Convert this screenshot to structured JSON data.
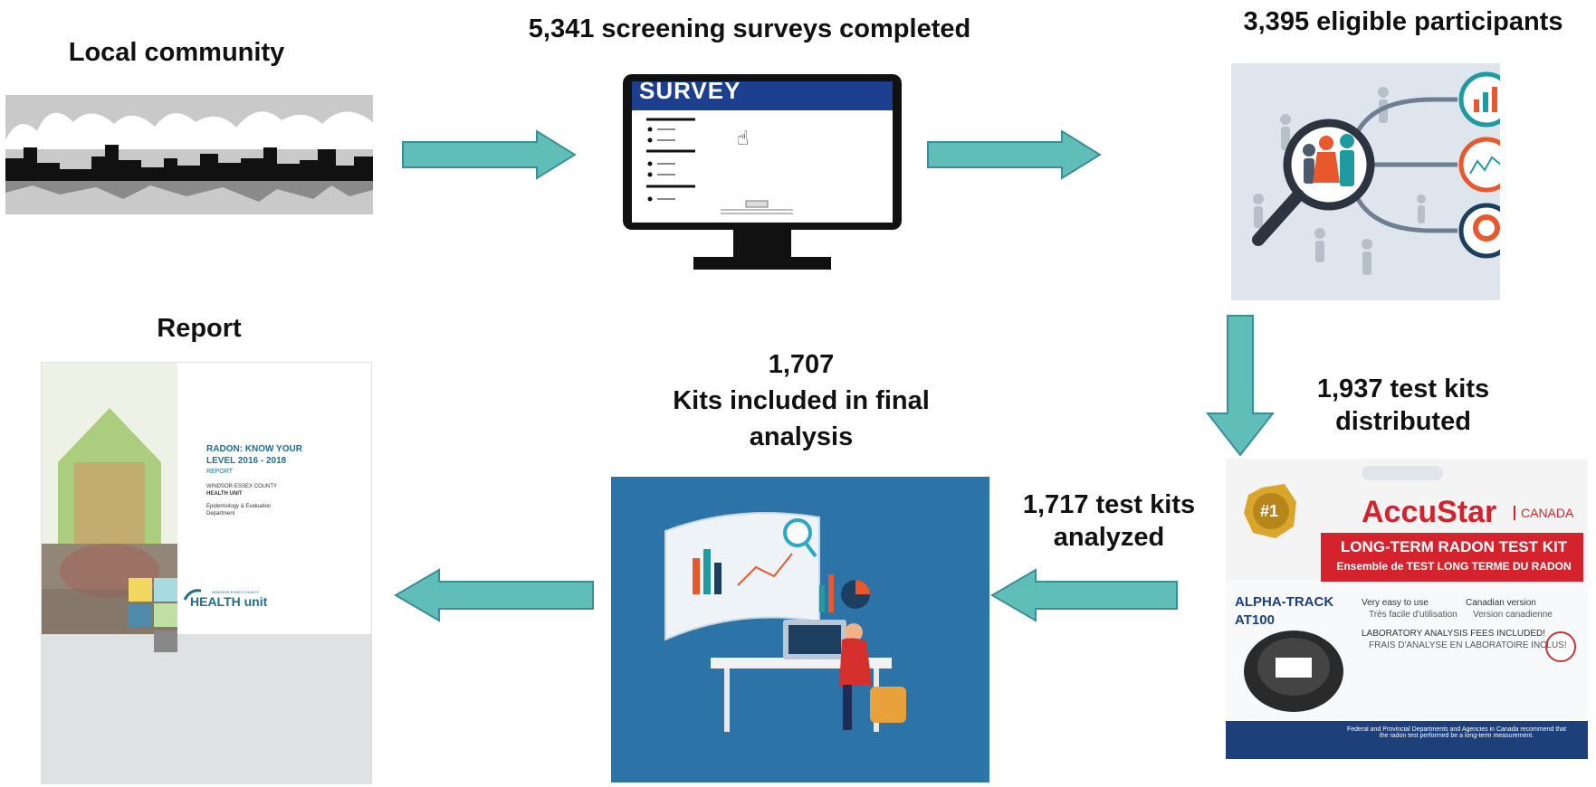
{
  "labels": {
    "local_community": "Local community",
    "surveys": "5,341 screening surveys completed",
    "eligible": "3,395 eligible participants",
    "distributed_line1": "1,937 test kits",
    "distributed_line2": "distributed",
    "analyzed_line1": "1,717  test kits",
    "analyzed_line2": "analyzed",
    "final_line1": "1,707",
    "final_line2": "Kits included in final",
    "final_line3": "analysis",
    "report": "Report"
  },
  "survey_screen": {
    "title": "SURVEY"
  },
  "report_cover": {
    "title_line1": "RADON: KNOW YOUR",
    "title_line2": "LEVEL 2016 - 2018",
    "subtitle": "REPORT",
    "org_line1": "WINDSOR-ESSEX COUNTY",
    "org_line2": "HEALTH UNIT",
    "dept_line1": "Epidemiology & Evaluation",
    "dept_line2": "Department",
    "logo_text": "HEALTH unit",
    "logo_small": "WINDSOR-ESSEX COUNTY"
  },
  "test_kit": {
    "brand": "AccuStar",
    "country": "CANADA",
    "badge_text": "#1",
    "product_en": "LONG-TERM RADON TEST KIT",
    "product_fr": "Ensemble de TEST LONG TERME DU RADON",
    "model_line1": "ALPHA-TRACK",
    "model_line2": "AT100",
    "bullet1_en": "Very easy to use",
    "bullet1_fr": "Très facile d'utilisation",
    "bullet2_en": "Canadian version",
    "bullet2_fr": "Version canadienne",
    "bullet3_en": "LABORATORY ANALYSIS FEES INCLUDED!",
    "bullet3_fr": "FRAIS D'ANALYSE EN LABORATOIRE INCLUS!",
    "footer": "Federal and Provincial Departments and Agencies in Canada recommend that the radon test performed be a long-term measurement."
  },
  "colors": {
    "arrow_fill": "#5fbfb8",
    "arrow_stroke": "#3c8d9a",
    "survey_header": "#1d3f8f",
    "accent_orange": "#e8582c",
    "accent_teal": "#1f9aa0"
  }
}
